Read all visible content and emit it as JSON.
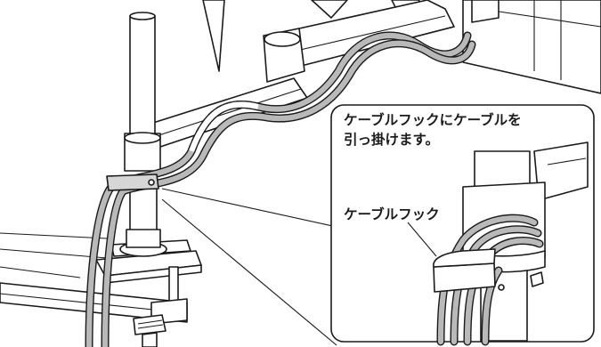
{
  "callout": {
    "instruction_line1": "ケーブルフックにケーブルを",
    "instruction_line2": "引っ掛けます。",
    "hook_label": "ケーブルフック"
  },
  "colors": {
    "line": "#1a1a1a",
    "cable_fill": "#b9b9b9",
    "hook_fill": "#8a8a8a",
    "background": "#ffffff"
  }
}
